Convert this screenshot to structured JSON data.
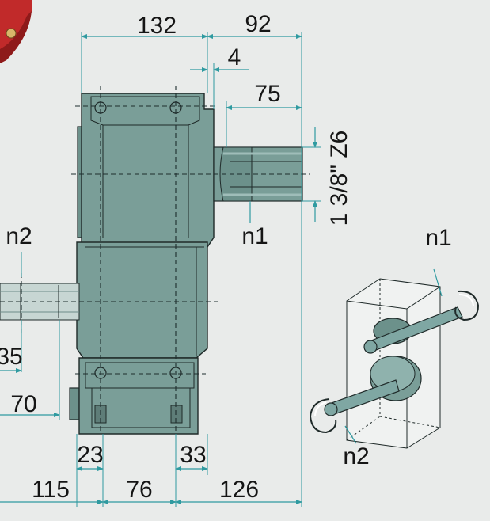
{
  "dimensions": {
    "overall_top": "132",
    "right_overhang": "92",
    "gap": "4",
    "shaft_length_n1": "75",
    "spline_spec": "1 3/8\" Z6",
    "n2_left_partial": "35",
    "n2_offset": "70",
    "foot_left": "23",
    "foot_right": "33",
    "bottom_left": "115",
    "bottom_mid": "76",
    "bottom_right": "126"
  },
  "labels": {
    "n1_main": "n1",
    "n2_main": "n2",
    "n1_schematic": "n1",
    "n2_schematic": "n2"
  },
  "colors": {
    "body": "#7a9e98",
    "dimension_line": "#2f9aa0",
    "background": "#e9ebea",
    "corner_product": "#b02424"
  }
}
